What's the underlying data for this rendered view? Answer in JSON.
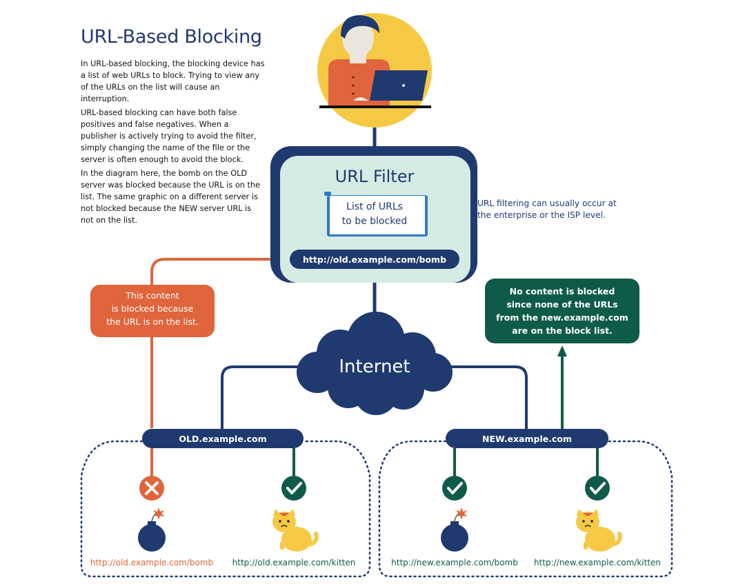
{
  "title": "URL-Based Blocking",
  "intro": {
    "p1": "In URL-based blocking, the blocking device has a list of web URLs to block. Trying to view any of the URLs on the list will cause an interruption.",
    "p2": "URL-based blocking can have both false positives and false negatives. When a publisher is actively trying to avoid the filter, simply changing the name of the file or the server is often enough to avoid the block.",
    "p3": "In the diagram here, the bomb on the OLD server was blocked because the URL is on the list. The same graphic on a different server is not blocked because the NEW server URL is not on the list."
  },
  "filter": {
    "title": "URL Filter",
    "list_line1": "List of URLs",
    "list_line2": "to be blocked",
    "url": "http://old.example.com/bomb",
    "note": "URL filtering can usually occur at the enterprise or the ISP level."
  },
  "blocked_callout": {
    "line1": "This content",
    "line2": "is blocked because",
    "line3": "the URL is on the list."
  },
  "allowed_callout": {
    "line1": "No content is blocked",
    "line2": "since none of the URLs",
    "line3": "from the new.example.com",
    "line4": "are on the block list."
  },
  "internet_label": "Internet",
  "servers": {
    "old": {
      "name": "OLD.example.com",
      "bomb_url": "http://old.example.com/bomb",
      "kitten_url": "http://old.example.com/kitten"
    },
    "new": {
      "name": "NEW.example.com",
      "bomb_url": "http://new.example.com/bomb",
      "kitten_url": "http://new.example.com/kitten"
    }
  },
  "colors": {
    "navy": "#1f3a6e",
    "orange": "#e0643c",
    "teal": "#0f5b4a",
    "filter_bg": "#d5ebe4",
    "blocked_url_text": "#e0643c",
    "allowed_url_text": "#0f5b4a",
    "sun_yellow": "#f6c945"
  }
}
